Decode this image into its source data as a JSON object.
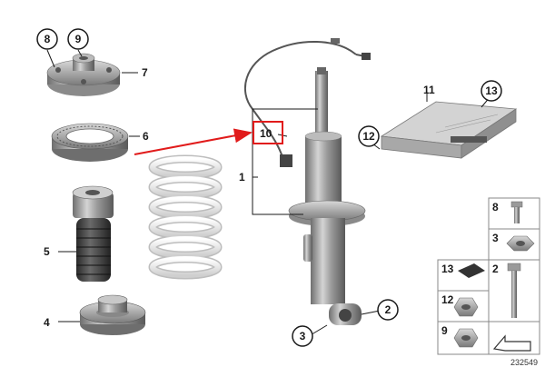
{
  "labels": {
    "p1": "1",
    "p2": "2",
    "p3": "3",
    "p4": "4",
    "p5": "5",
    "p6": "6",
    "p7": "7",
    "p8": "8",
    "p9": "9",
    "p10": "10",
    "p11": "11",
    "p12": "12",
    "p13": "13"
  },
  "grid": {
    "c8": "8",
    "c3": "3",
    "c13": "13",
    "c2": "2",
    "c12": "12",
    "c9": "9"
  },
  "diagram_id": "232549",
  "colors": {
    "highlight": "#e11b1b",
    "line": "#1a1a1a"
  }
}
